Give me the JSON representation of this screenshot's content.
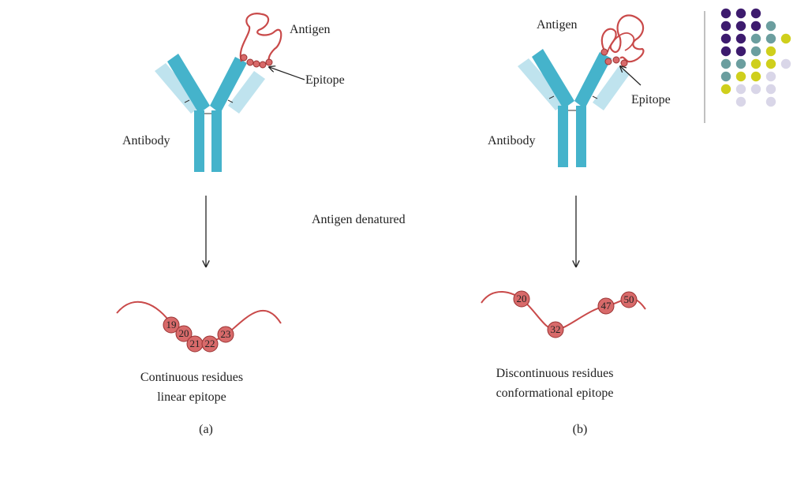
{
  "colors": {
    "heavy_chain": "#45b3cb",
    "light_chain": "#bfe3ee",
    "antigen": "#c94a4a",
    "residue_fill": "#d86a6a",
    "residue_stroke": "#9a3333",
    "text": "#222222",
    "deco_purple": "#3d1b6e",
    "deco_teal": "#6b9e9f",
    "deco_yellow": "#cfcf1c",
    "deco_lavender": "#d9d6e8",
    "divider": "#808080"
  },
  "center": {
    "step_label": "Antigen denatured"
  },
  "panel_a": {
    "antigen_label": "Antigen",
    "epitope_label": "Epitope",
    "antibody_label": "Antibody",
    "caption_line1": "Continuous residues",
    "caption_line2": "linear epitope",
    "panel_letter": "(a)",
    "residues": [
      "19",
      "20",
      "21",
      "22",
      "23"
    ]
  },
  "panel_b": {
    "antigen_label": "Antigen",
    "epitope_label": "Epitope",
    "antibody_label": "Antibody",
    "caption_line1": "Discontinuous residues",
    "caption_line2": "conformational epitope",
    "panel_letter": "(b)",
    "residues": [
      "20",
      "32",
      "47",
      "50"
    ]
  },
  "decoration": {
    "dot_grid_rows": [
      [
        "purple",
        "purple",
        "purple",
        "",
        "",
        ""
      ],
      [
        "purple",
        "purple",
        "purple",
        "teal",
        "",
        ""
      ],
      [
        "purple",
        "purple",
        "teal",
        "teal",
        "yellow",
        ""
      ],
      [
        "purple",
        "purple",
        "teal",
        "yellow",
        "",
        ""
      ],
      [
        "teal",
        "teal",
        "yellow",
        "yellow",
        "lavender",
        ""
      ],
      [
        "teal",
        "yellow",
        "yellow",
        "lavender",
        "",
        ""
      ],
      [
        "yellow",
        "lavender",
        "lavender",
        "lavender",
        "",
        ""
      ],
      [
        "",
        "lavender",
        "",
        "lavender",
        "",
        ""
      ]
    ]
  }
}
